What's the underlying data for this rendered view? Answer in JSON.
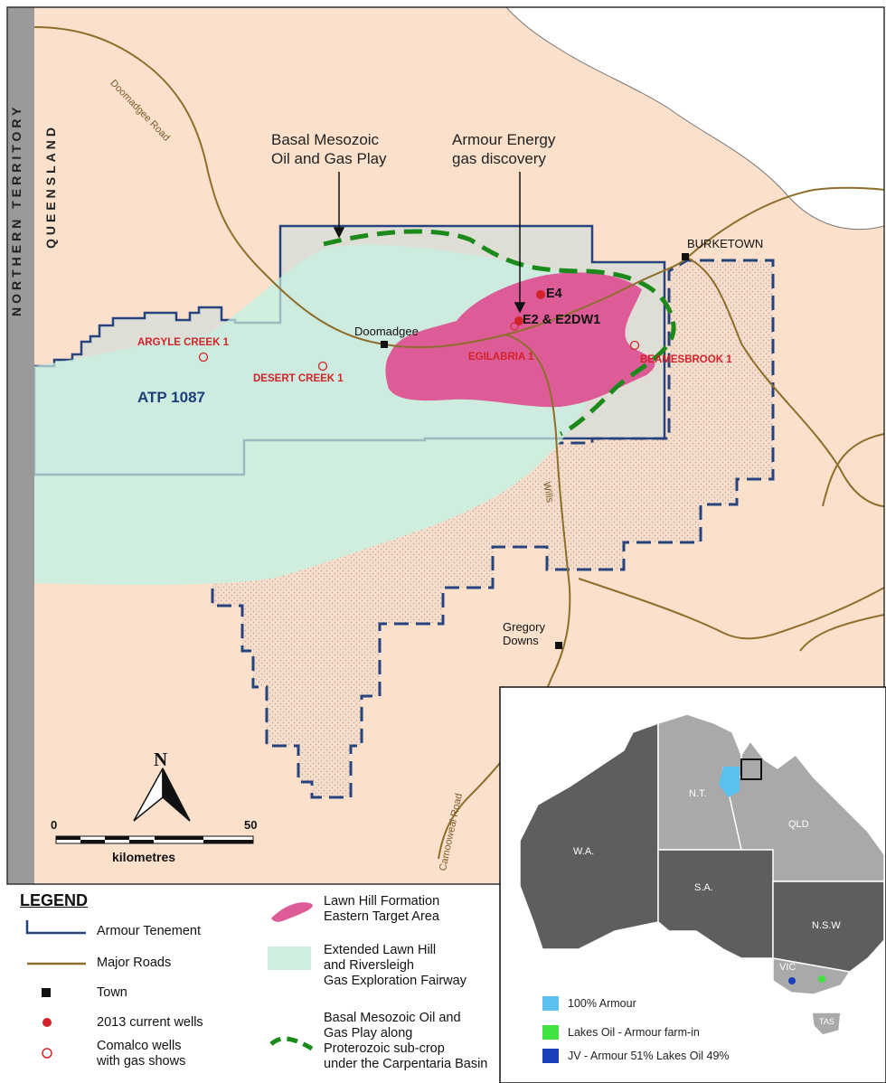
{
  "border_labels": {
    "northern_territory": "NORTHERN TERRITORY",
    "queensland": "QUEENSLAND"
  },
  "annotations": {
    "basal_play": [
      "Basal Mesozoic",
      "Oil and Gas Play"
    ],
    "armour_discovery": [
      "Armour Energy",
      "gas discovery"
    ]
  },
  "towns": {
    "burketown": "BURKETOWN",
    "doomadgee": "Doomadgee",
    "gregory_downs": [
      "Gregory",
      "Downs"
    ]
  },
  "wells": {
    "e4": "E4",
    "e2": "E2 & E2DW1",
    "egilabria": "EGILABRIA 1",
    "beamesbrook": "BEAMESBROOK 1",
    "argyle_creek": "ARGYLE CREEK 1",
    "desert_creek": "DESERT CREEK 1"
  },
  "tenement_label": "ATP 1087",
  "roads": {
    "doomadgee_road": "Doomadgee Road",
    "camooweal_road": "Camooweal Road",
    "wills": "Wills"
  },
  "scale_bar": {
    "start": "0",
    "end": "50",
    "unit": "kilometres",
    "north": "N"
  },
  "legend": {
    "title": "LEGEND",
    "armour_tenement": "Armour Tenement",
    "major_roads": "Major Roads",
    "town": "Town",
    "current_wells": "2013 current wells",
    "comalco_wells": [
      "Comalco wells",
      "with gas shows"
    ],
    "lawn_hill": [
      "Lawn Hill Formation",
      "Eastern Target Area"
    ],
    "extended_lawn_hill": [
      "Extended Lawn Hill",
      "and Riversleigh",
      "Gas Exploration Fairway"
    ],
    "basal_mesozoic": [
      "Basal Mesozoic Oil and",
      "Gas Play along",
      "Proterozoic sub-crop",
      "under the Carpentaria Basin"
    ]
  },
  "inset": {
    "states": {
      "wa": "W.A.",
      "nt": "N.T.",
      "qld": "QLD",
      "sa": "S.A.",
      "nsw": "N.S.W",
      "vic": "VIC",
      "tas": "TAS"
    },
    "legend": {
      "armour_100": "100% Armour",
      "lakes_farm_in": "Lakes Oil - Armour farm-in",
      "jv": "JV - Armour 51% Lakes Oil 49%"
    }
  },
  "colors": {
    "land": "#fbe1cb",
    "fairway": "#cfeede",
    "fairway_west": "#d9eec9",
    "tenement_fill": "#c9dde0",
    "tenement_line": "#27437e",
    "lawn_hill": "#dd5c97",
    "road": "#8d6e2c",
    "basal_play": "#1b8a1b",
    "well_red": "#d2232a",
    "inset_armour": "#59c0ef",
    "inset_lakes": "#3fe23f",
    "inset_jv": "#1b3fb8"
  }
}
